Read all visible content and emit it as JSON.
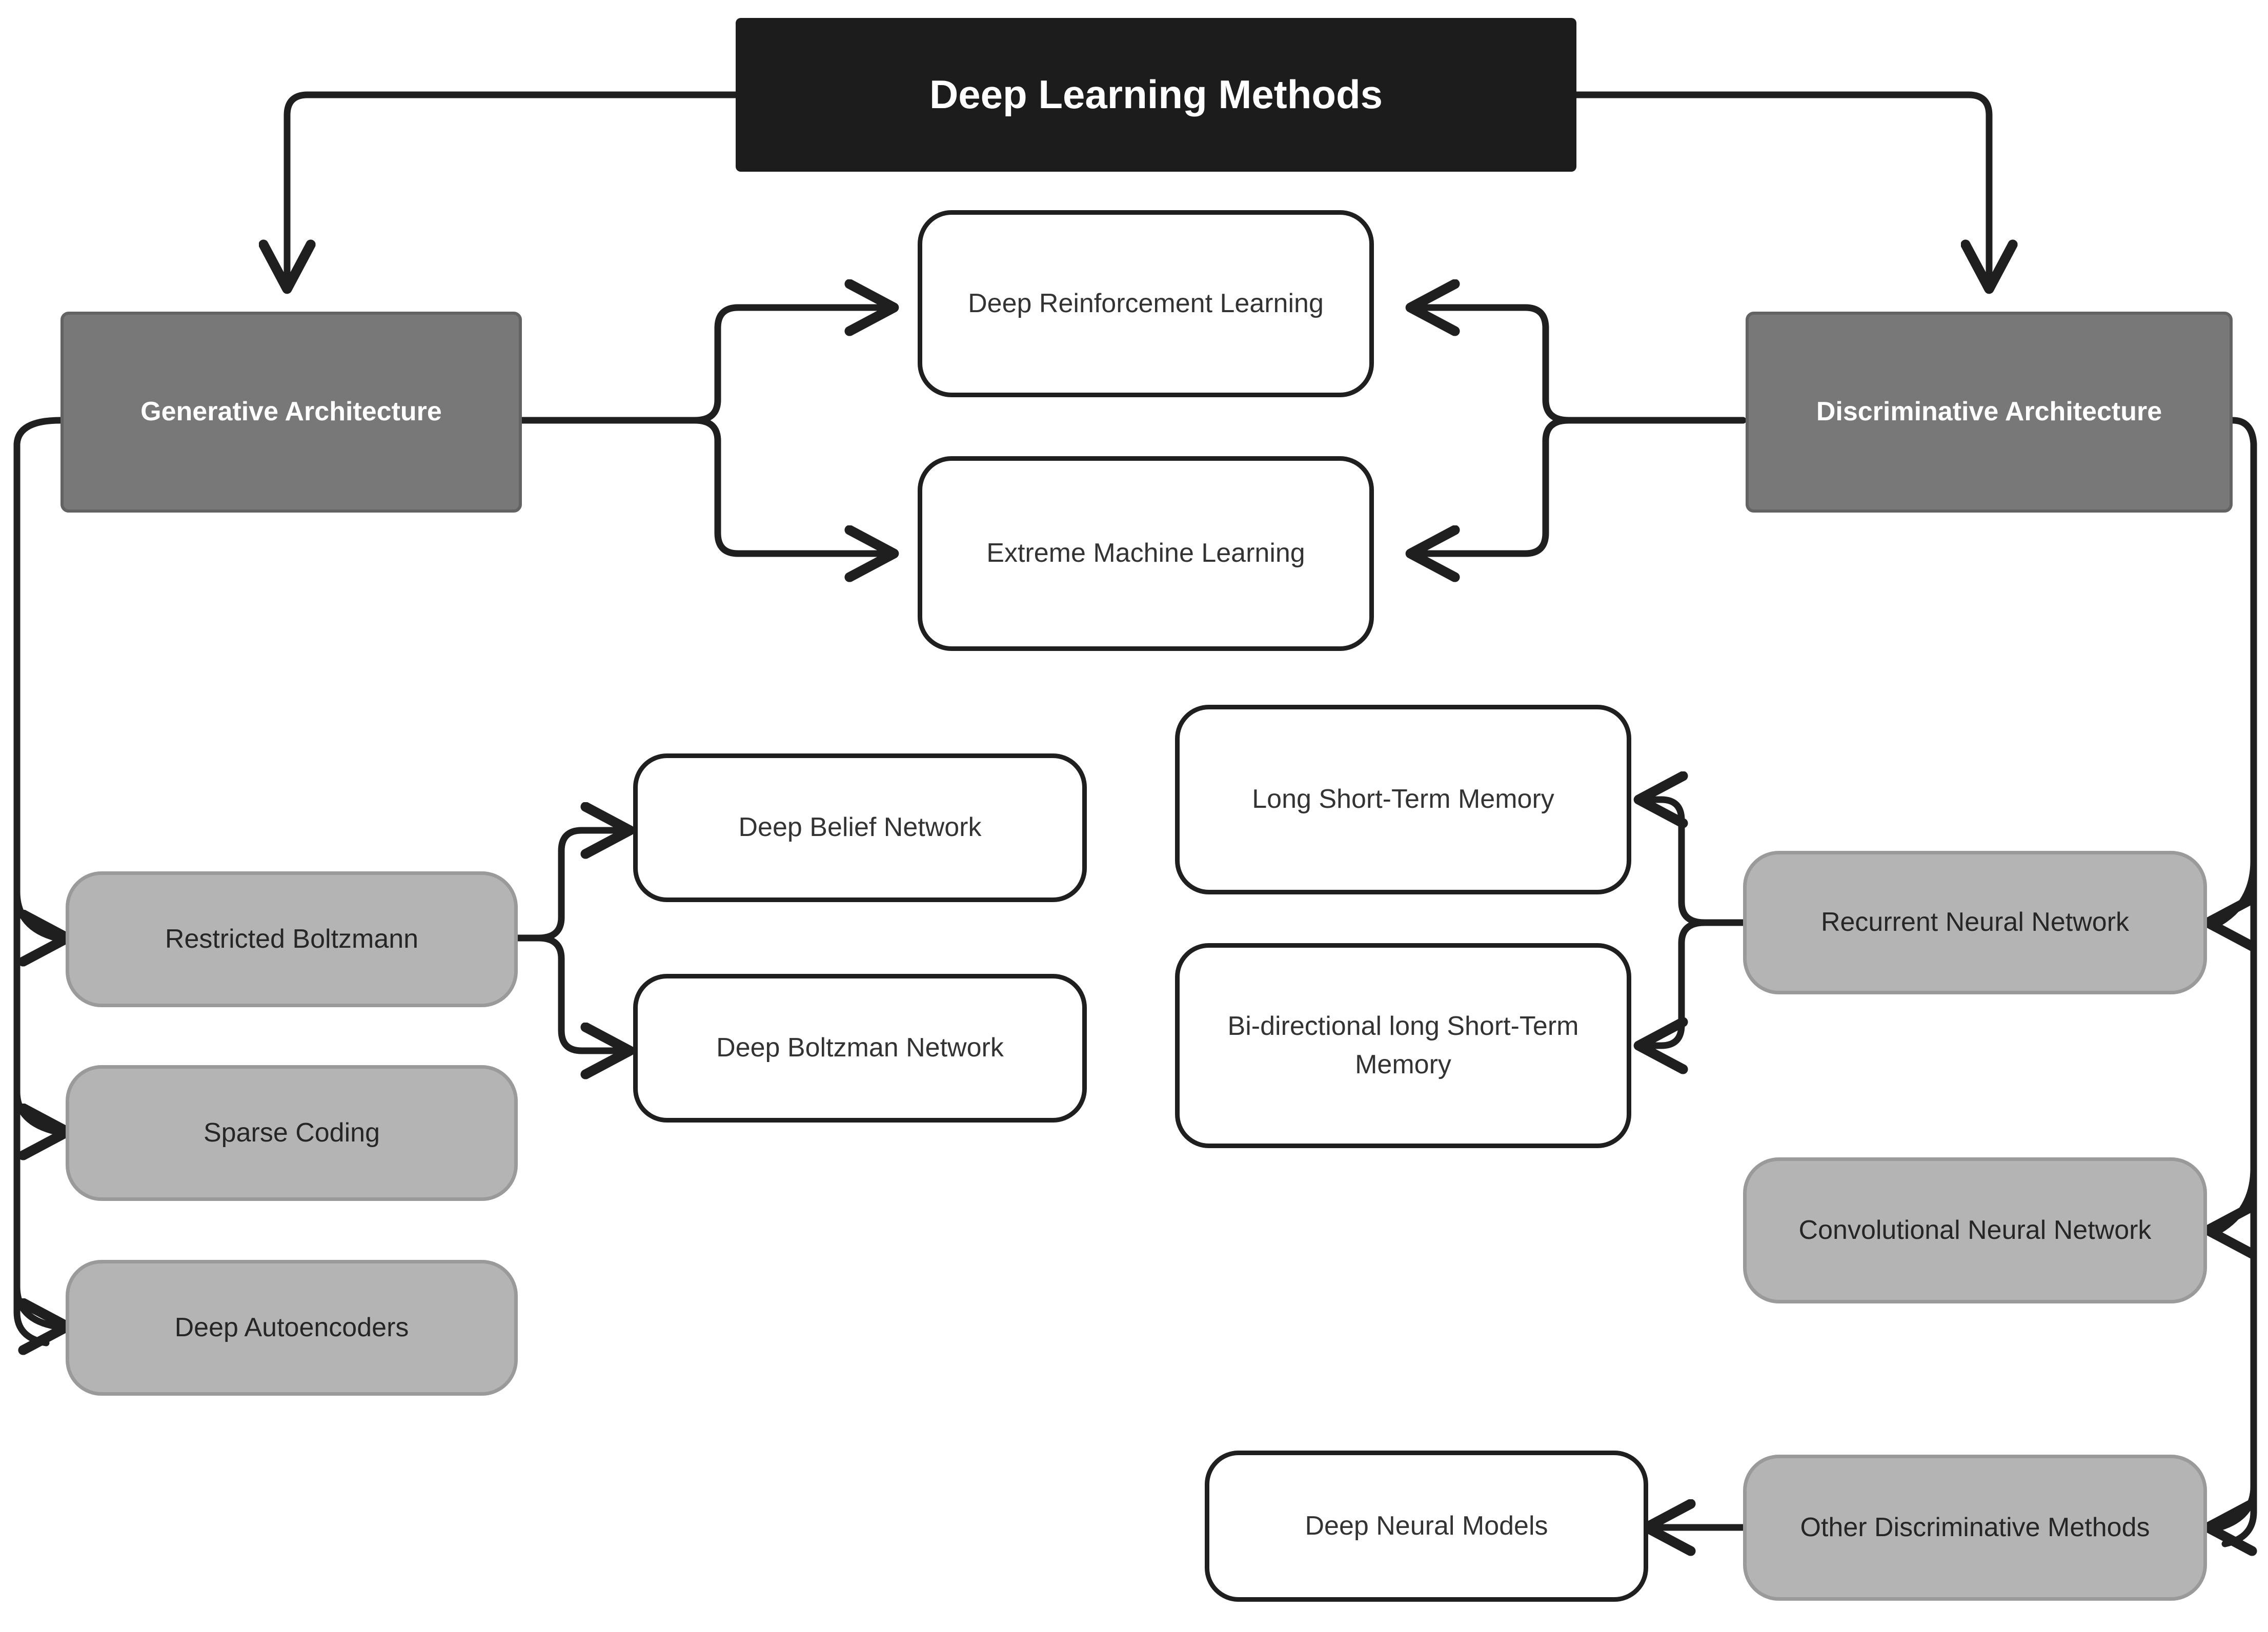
{
  "diagram": {
    "title": "Deep Learning Methods",
    "colors": {
      "background": "#ffffff",
      "title_fill": "#1c1c1c",
      "title_text": "#ffffff",
      "architecture_fill": "#787878",
      "architecture_border": "#636363",
      "architecture_text": "#ffffff",
      "gray_node_fill": "#b4b4b4",
      "gray_node_border": "#9a9a9a",
      "white_node_fill": "#ffffff",
      "white_node_border": "#1f1f1f",
      "node_text": "#333333",
      "connector": "#1f1f1f"
    },
    "nodes": {
      "root": "Deep Learning Methods",
      "generative_architecture": "Generative Architecture",
      "discriminative_architecture": "Discriminative Architecture",
      "deep_reinforcement_learning": "Deep Reinforcement Learning",
      "extreme_machine_learning": "Extreme Machine Learning",
      "restricted_boltzmann": "Restricted Boltzmann",
      "sparse_coding": "Sparse Coding",
      "deep_autoencoders": "Deep Autoencoders",
      "deep_belief_network": "Deep Belief Network",
      "deep_boltzman_network": "Deep Boltzman Network",
      "long_short_term_memory": "Long Short-Term Memory",
      "bi_directional_lstm": "Bi-directional long Short-Term Memory",
      "recurrent_neural_network": "Recurrent Neural Network",
      "convolutional_neural_network": "Convolutional Neural Network",
      "other_discriminative_methods": "Other Discriminative Methods",
      "deep_neural_models": "Deep Neural Models"
    },
    "edges": [
      {
        "from": "root",
        "to": "generative_architecture"
      },
      {
        "from": "root",
        "to": "discriminative_architecture"
      },
      {
        "from": "generative_architecture",
        "to": "deep_reinforcement_learning"
      },
      {
        "from": "generative_architecture",
        "to": "extreme_machine_learning"
      },
      {
        "from": "discriminative_architecture",
        "to": "deep_reinforcement_learning"
      },
      {
        "from": "discriminative_architecture",
        "to": "extreme_machine_learning"
      },
      {
        "from": "generative_architecture",
        "to": "restricted_boltzmann"
      },
      {
        "from": "generative_architecture",
        "to": "sparse_coding"
      },
      {
        "from": "generative_architecture",
        "to": "deep_autoencoders"
      },
      {
        "from": "restricted_boltzmann",
        "to": "deep_belief_network"
      },
      {
        "from": "restricted_boltzmann",
        "to": "deep_boltzman_network"
      },
      {
        "from": "discriminative_architecture",
        "to": "recurrent_neural_network"
      },
      {
        "from": "discriminative_architecture",
        "to": "convolutional_neural_network"
      },
      {
        "from": "discriminative_architecture",
        "to": "other_discriminative_methods"
      },
      {
        "from": "recurrent_neural_network",
        "to": "long_short_term_memory"
      },
      {
        "from": "recurrent_neural_network",
        "to": "bi_directional_lstm"
      },
      {
        "from": "other_discriminative_methods",
        "to": "deep_neural_models"
      }
    ]
  }
}
